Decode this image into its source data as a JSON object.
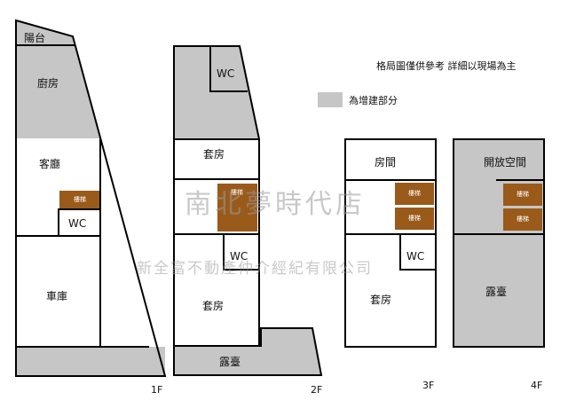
{
  "notes": {
    "disclaimer": "格局圖僅供參考 詳細以現場為主",
    "legend_label": "為增建部分",
    "legend_color": "#c6c6c6"
  },
  "colors": {
    "wall": "#000000",
    "addition": "#c6c6c6",
    "stairs": "#9a5a1a"
  },
  "watermark": {
    "line1": "南北夢時代店",
    "line2": "新全富不動產仲介經紀有限公司"
  },
  "floors": {
    "f1": {
      "label": "1F",
      "balcony": "陽台",
      "kitchen": "廚房",
      "living": "客廳",
      "stairs": "樓梯",
      "wc": "WC",
      "garage": "車庫"
    },
    "f2": {
      "label": "2F",
      "wc_top": "WC",
      "suite_top": "套房",
      "stairs": "樓梯",
      "wc": "WC",
      "suite_bottom": "套房",
      "terrace": "露臺"
    },
    "f3": {
      "label": "3F",
      "room": "房間",
      "stairs_top": "樓梯",
      "stairs_bottom": "樓梯",
      "wc": "WC",
      "suite": "套房"
    },
    "f4": {
      "label": "4F",
      "open_space": "開放空間",
      "stairs_top": "樓梯",
      "stairs_bottom": "樓梯",
      "terrace": "露臺"
    }
  }
}
